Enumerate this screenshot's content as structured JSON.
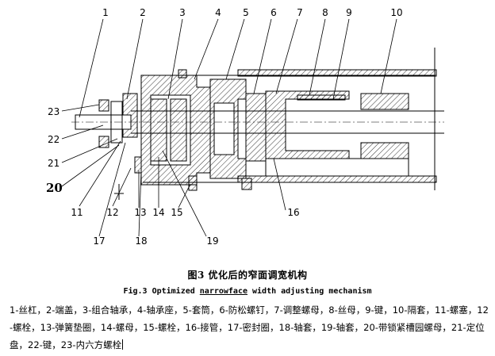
{
  "figure": {
    "callouts_top": [
      "1",
      "2",
      "3",
      "4",
      "5",
      "6",
      "7",
      "8",
      "9",
      "10"
    ],
    "callouts_left": [
      "23",
      "22",
      "21",
      "20"
    ],
    "callouts_bottom": [
      "11",
      "12",
      "13",
      "14",
      "15",
      "16",
      "17",
      "18",
      "19"
    ]
  },
  "caption_cn": "图3 优化后的窄面调宽机构",
  "caption_en_prefix": "Fig.3 Optimized ",
  "caption_en_underlined": "narrowface",
  "caption_en_suffix": " width adjusting mechanism",
  "legend_text": "1-丝杠，2-端盖，3-组合轴承，4-轴承座，5-套筒，6-防松螺钉，7-调整螺母，8-丝母，9-键，10-隔套，11-螺塞，12-螺栓，13-弹簧垫圈，14-螺母，15-螺栓，16-接管，17-密封圈，18-轴套，19-轴套，20-带锁紧槽园螺母，21-定位盘，22-键，23-内六方螺栓"
}
